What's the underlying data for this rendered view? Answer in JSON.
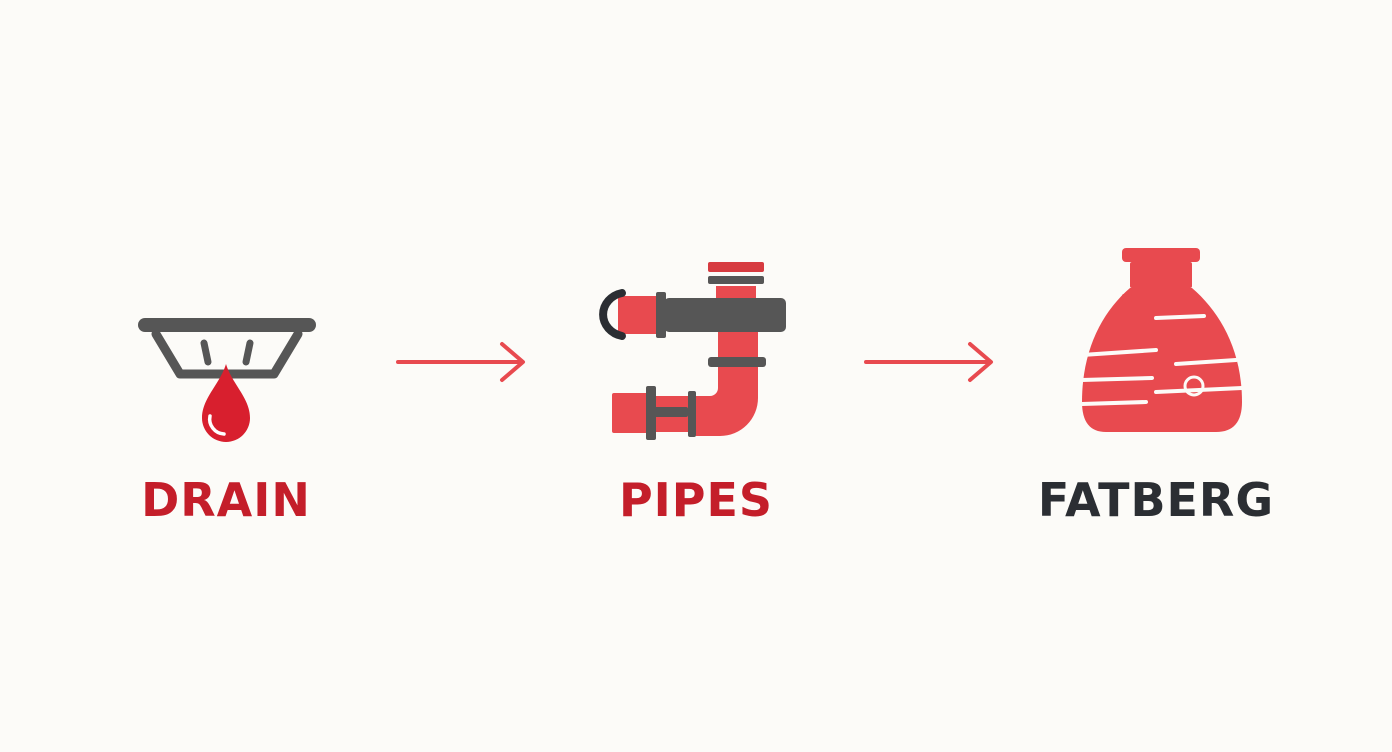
{
  "colors": {
    "background": "#fcfbf8",
    "red": "#e84a4f",
    "dark_red": "#c41e2a",
    "gray": "#565656",
    "charcoal": "#2b2e33"
  },
  "steps": [
    {
      "label": "DRAIN",
      "icon": "drain-icon",
      "label_color": "#c41e2a"
    },
    {
      "label": "PIPES",
      "icon": "pipes-icon",
      "label_color": "#c41e2a"
    },
    {
      "label": "FATBERG",
      "icon": "fatberg-icon",
      "label_color": "#2b2e33"
    }
  ],
  "connectors": [
    {
      "icon": "arrow-right-icon"
    },
    {
      "icon": "arrow-right-icon"
    }
  ]
}
